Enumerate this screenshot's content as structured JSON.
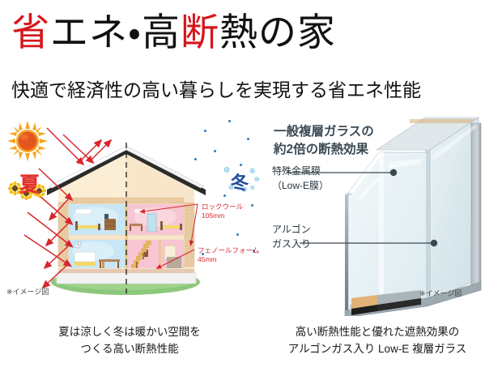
{
  "header": {
    "title_parts": [
      {
        "text": "省",
        "color": "#d5161c"
      },
      {
        "text": "エネ・高",
        "color": "#111111"
      },
      {
        "text": "断",
        "color": "#d5161c"
      },
      {
        "text": "熱の家",
        "color": "#111111"
      }
    ],
    "title_full": "省エネ・高断熱の家",
    "subtitle": "快適で経済性の高い暮らしを実現する省エネ性能"
  },
  "left_panel": {
    "season_summer_label": "夏",
    "season_winter_label": "冬",
    "sun_icon": "sun-icon",
    "sunflower_icon": "sunflower-icon",
    "snowflake_icon": "snowflake-icon",
    "heat_arrow_icon": "heat-reflection-arrow-icon",
    "labels": [
      {
        "name": "rockwool",
        "line1": "ロックウール",
        "line2": "105mm"
      },
      {
        "name": "phenolic-foam",
        "line1": "フェノールフォーム",
        "line2": "45mm"
      }
    ],
    "image_note": "※イメージ図",
    "caption": [
      "夏は涼しく冬は暖かい空間を",
      "つくる高い断熱性能"
    ],
    "colors": {
      "summer_interior": "#c8e6f5",
      "winter_interior": "#f8c5d2",
      "wall": "#f2dfc2",
      "ground": "#8cc87c",
      "arrow_red": "#d7262c",
      "kanji_summer": "#e2312a",
      "kanji_winter": "#1f4f9c"
    }
  },
  "right_panel": {
    "heading": [
      "一般複層ガラスの",
      "約2倍の断熱効果"
    ],
    "labels": [
      {
        "name": "low-e-film",
        "line1": "特殊金属膜",
        "line2": "（Low-E膜）"
      },
      {
        "name": "argon-gas",
        "line1": "アルゴン",
        "line2": "ガス入り"
      }
    ],
    "image_note": "※イメージ図",
    "caption": [
      "高い断熱性能と優れた遮熱効果の",
      "アルゴンガス入り Low-E 複層ガラス"
    ],
    "glass_icon": "double-glazed-glass-icon",
    "colors": {
      "glass_tint": "#dce9ee",
      "frame": "#9aa7ad",
      "heading_text": "#3c4b55",
      "label_text": "#26333b"
    }
  }
}
